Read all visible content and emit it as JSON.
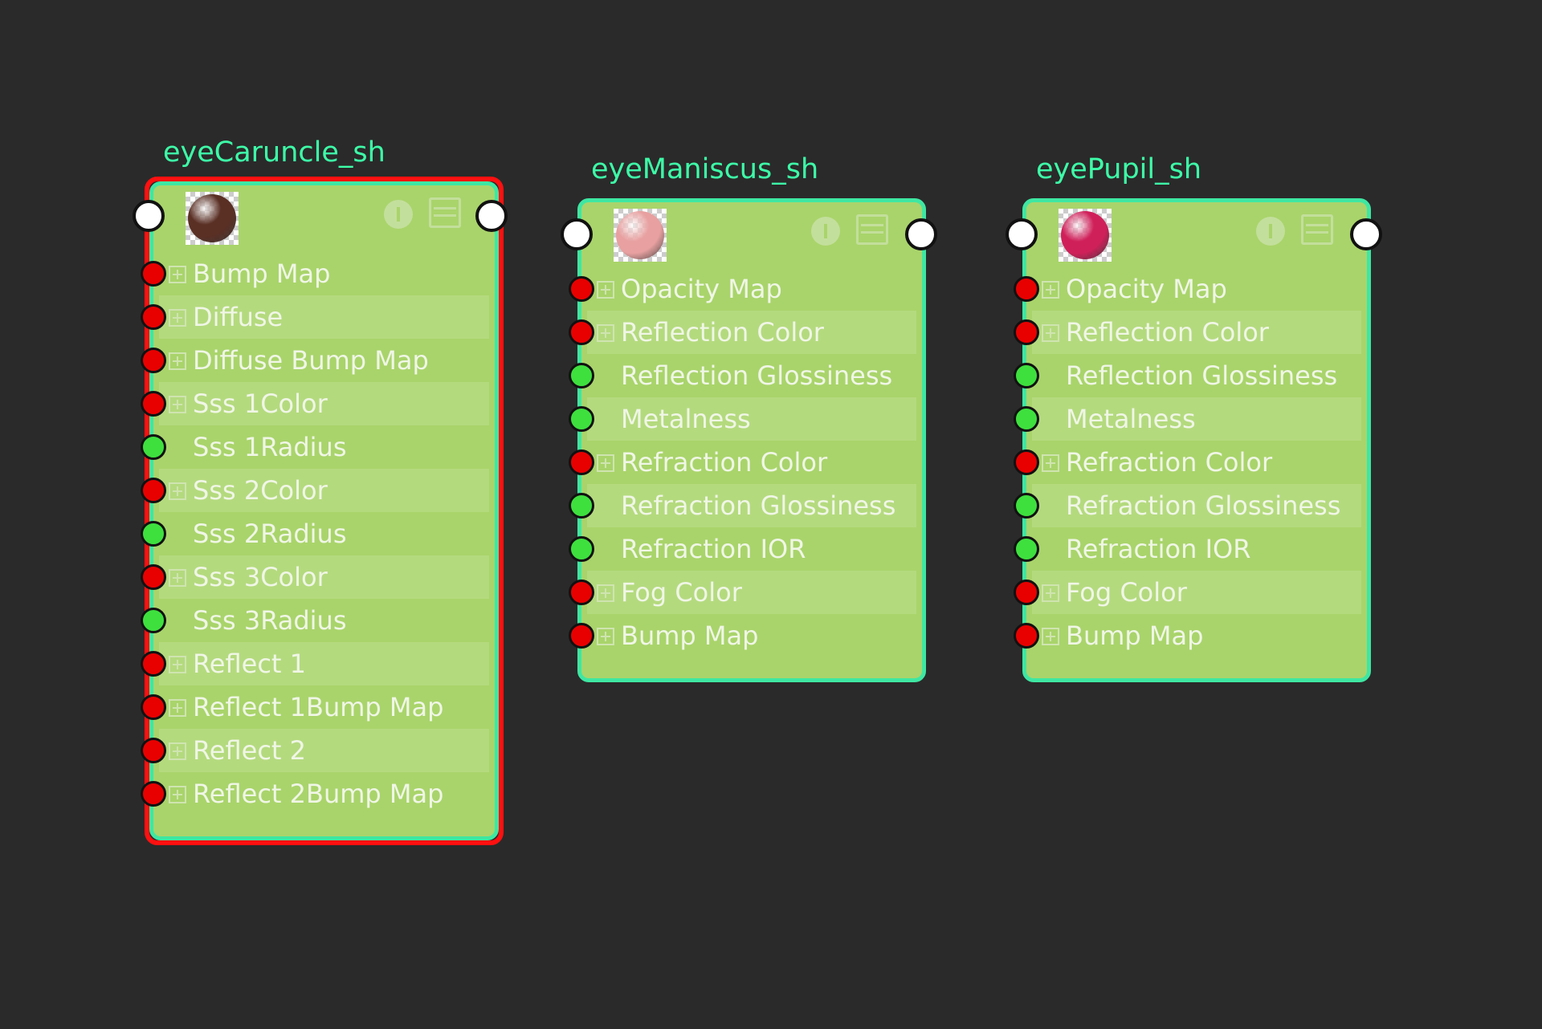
{
  "nodes": [
    {
      "title": "eyeCaruncle_sh",
      "selected": true,
      "preview_color": "#5a2f24",
      "rows": [
        {
          "label": "Bump Map",
          "port": "red",
          "expandable": true
        },
        {
          "label": "Diffuse",
          "port": "red",
          "expandable": true
        },
        {
          "label": "Diffuse Bump Map",
          "port": "red",
          "expandable": true
        },
        {
          "label": "Sss 1Color",
          "port": "red",
          "expandable": true
        },
        {
          "label": "Sss 1Radius",
          "port": "green",
          "expandable": false
        },
        {
          "label": "Sss 2Color",
          "port": "red",
          "expandable": true
        },
        {
          "label": "Sss 2Radius",
          "port": "green",
          "expandable": false
        },
        {
          "label": "Sss 3Color",
          "port": "red",
          "expandable": true
        },
        {
          "label": "Sss 3Radius",
          "port": "green",
          "expandable": false
        },
        {
          "label": "Reflect 1",
          "port": "red",
          "expandable": true
        },
        {
          "label": "Reflect 1Bump Map",
          "port": "red",
          "expandable": true
        },
        {
          "label": "Reflect 2",
          "port": "red",
          "expandable": true
        },
        {
          "label": "Reflect 2Bump Map",
          "port": "red",
          "expandable": true
        }
      ]
    },
    {
      "title": "eyeManiscus_sh",
      "selected": false,
      "preview_color": "#e8a0a0",
      "rows": [
        {
          "label": "Opacity Map",
          "port": "red",
          "expandable": true
        },
        {
          "label": "Reflection Color",
          "port": "red",
          "expandable": true
        },
        {
          "label": "Reflection Glossiness",
          "port": "green",
          "expandable": false
        },
        {
          "label": "Metalness",
          "port": "green",
          "expandable": false
        },
        {
          "label": "Refraction Color",
          "port": "red",
          "expandable": true
        },
        {
          "label": "Refraction Glossiness",
          "port": "green",
          "expandable": false
        },
        {
          "label": "Refraction IOR",
          "port": "green",
          "expandable": false
        },
        {
          "label": "Fog Color",
          "port": "red",
          "expandable": true
        },
        {
          "label": "Bump Map",
          "port": "red",
          "expandable": true
        }
      ]
    },
    {
      "title": "eyePupil_sh",
      "selected": false,
      "preview_color": "#d0205a",
      "rows": [
        {
          "label": "Opacity Map",
          "port": "red",
          "expandable": true
        },
        {
          "label": "Reflection Color",
          "port": "red",
          "expandable": true
        },
        {
          "label": "Reflection Glossiness",
          "port": "green",
          "expandable": false
        },
        {
          "label": "Metalness",
          "port": "green",
          "expandable": false
        },
        {
          "label": "Refraction Color",
          "port": "red",
          "expandable": true
        },
        {
          "label": "Refraction Glossiness",
          "port": "green",
          "expandable": false
        },
        {
          "label": "Refraction IOR",
          "port": "green",
          "expandable": false
        },
        {
          "label": "Fog Color",
          "port": "red",
          "expandable": true
        },
        {
          "label": "Bump Map",
          "port": "red",
          "expandable": true
        }
      ]
    }
  ]
}
